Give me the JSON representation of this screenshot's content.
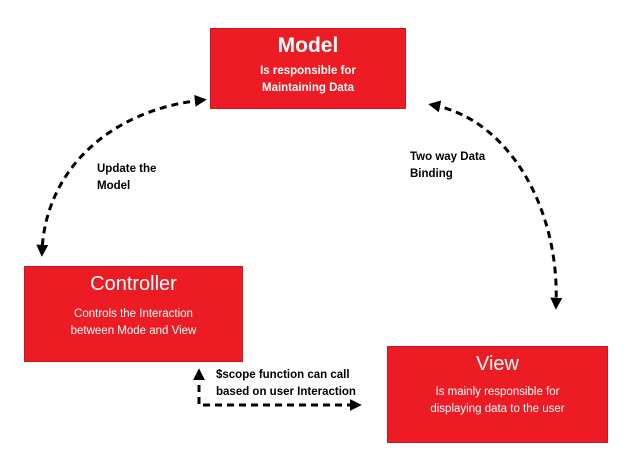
{
  "model": {
    "title": "Model",
    "description": "Is responsible for\nMaintaining  Data"
  },
  "controller": {
    "title": "Controller",
    "description": "Controls the Interaction\nbetween Mode and View"
  },
  "view": {
    "title": "View",
    "description": "Is mainly responsible for\ndisplaying data to the user"
  },
  "labels": {
    "update_model": "Update the\nModel",
    "two_way_binding": "Two way Data\nBinding",
    "scope_function": "$scope function can call\nbased on user Interaction"
  },
  "colors": {
    "box_fill": "#ed1c24",
    "box_text": "#ffffff",
    "arrow": "#000000"
  }
}
